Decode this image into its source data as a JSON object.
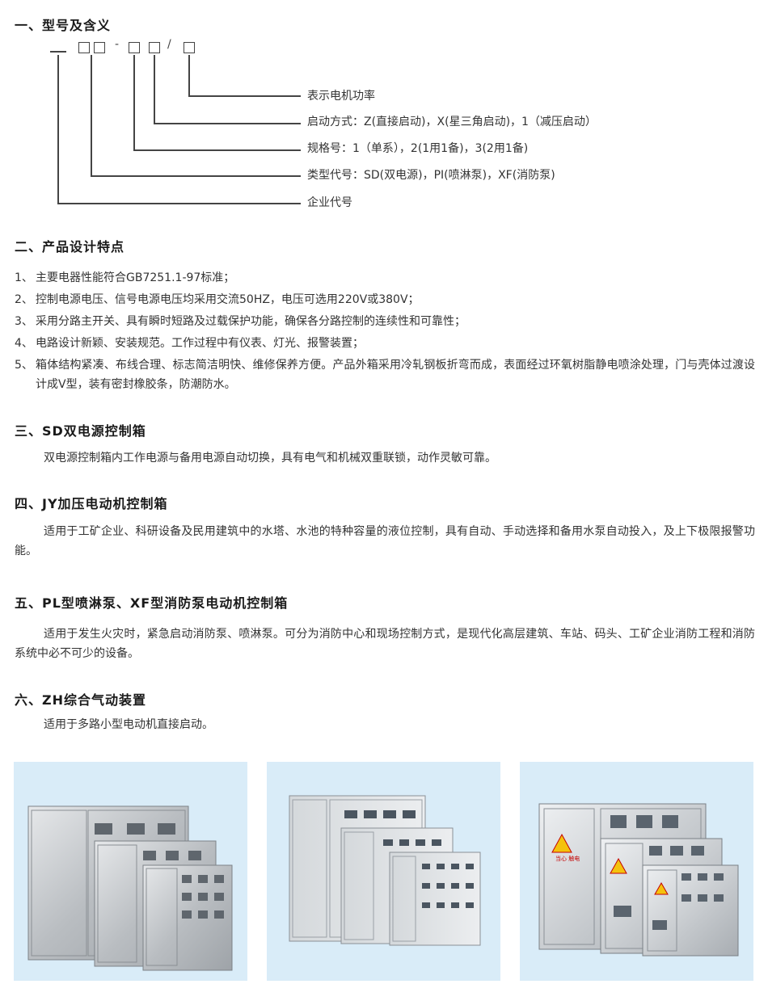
{
  "section1": {
    "title": "一、型号及含义",
    "code": {
      "sep_dash": "-",
      "sep_slash": "/"
    },
    "labels": [
      "表示电机功率",
      "启动方式：Z(直接启动)，X(星三角启动)，1（减压启动）",
      "规格号：1（单系），2(1用1备)，3(2用1备)",
      "类型代号：SD(双电源)，PI(喷淋泵)，XF(消防泵)",
      "企业代号"
    ]
  },
  "section2": {
    "title": "二、产品设计特点",
    "items": [
      {
        "num": "1、",
        "text": "主要电器性能符合GB7251.1-97标准；"
      },
      {
        "num": "2、",
        "text": "控制电源电压、信号电源电压均采用交流50HZ，电压可选用220V或380V；"
      },
      {
        "num": "3、",
        "text": "采用分路主开关、具有瞬时短路及过载保护功能，确保各分路控制的连续性和可靠性；"
      },
      {
        "num": "4、",
        "text": "电路设计新颖、安装规范。工作过程中有仪表、灯光、报警装置；"
      },
      {
        "num": "5、",
        "text": "箱体结构紧凑、布线合理、标志简洁明快、维修保养方便。产品外箱采用冷轧钢板折弯而成，表面经过环氧树脂静电喷涂处理，门与壳体过渡设计成V型，装有密封橡胶条，防潮防水。"
      }
    ]
  },
  "section3": {
    "title": "三、SD双电源控制箱",
    "text": "双电源控制箱内工作电源与备用电源自动切换，具有电气和机械双重联锁，动作灵敏可靠。"
  },
  "section4": {
    "title": "四、JY加压电动机控制箱",
    "text": "适用于工矿企业、科研设备及民用建筑中的水塔、水池的特种容量的液位控制，具有自动、手动选择和备用水泵自动投入，及上下极限报警功能。"
  },
  "section5": {
    "title": "五、PL型喷淋泵、XF型消防泵电动机控制箱",
    "text": "适用于发生火灾时，紧急启动消防泵、喷淋泵。可分为消防中心和现场控制方式，是现代化高层建筑、车站、码头、工矿企业消防工程和消防系统中必不可少的设备。"
  },
  "section6": {
    "title": "六、ZH综合气动装置",
    "text": "适用于多路小型电动机直接启动。"
  },
  "photos": {
    "background": "#d9ecf8",
    "warning_label": "当心 触电"
  }
}
